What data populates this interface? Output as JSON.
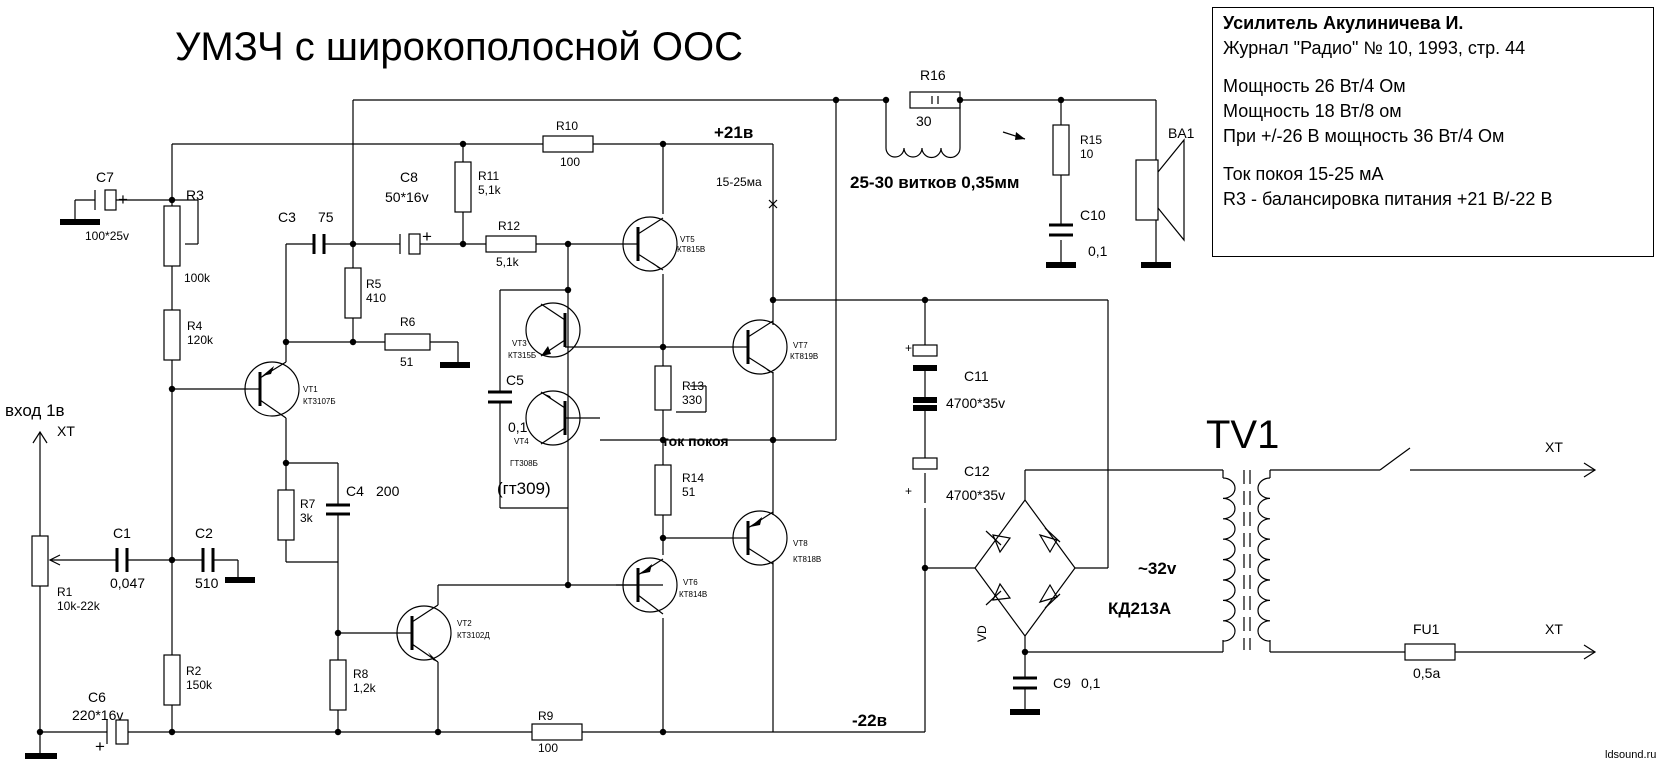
{
  "title": "УМЗЧ с широкополосной ООС",
  "info": {
    "title": "Усилитель Акулиничева И.",
    "source": "Журнал \"Радио\" № 10, 1993, стр. 44",
    "power1": "Мощность 26 Вт/4 Ом",
    "power2": "Мощность 18 Вт/8 ом",
    "power3": "При +/-26 В мощность 36 Вт/4 Ом",
    "idle": "Ток покоя 15-25 мА",
    "balance": "R3 - балансировка питания +21 В/-22 В"
  },
  "labels": {
    "c7": "C7",
    "c7v": "100*25v",
    "r3": "R3",
    "r3v": "100k",
    "r4": "R4",
    "r4v": "120k",
    "c3": "C3",
    "c3v": "75",
    "r5": "R5",
    "r5v": "410",
    "c8": "C8",
    "c8v": "50*16v",
    "r11": "R11",
    "r11v": "5,1k",
    "r12": "R12",
    "r12v": "5,1k",
    "r10": "R10",
    "r10v": "100",
    "r6": "R6",
    "r6v": "51",
    "vt1": "VT1",
    "vt1t": "КТ3107Б",
    "input": "вход 1в",
    "xt_in": "XT",
    "c1": "C1",
    "c1v": "0,047",
    "c2": "C2",
    "c2v": "510",
    "r1": "R1",
    "r1v": "10k-22k",
    "c6": "C6",
    "c6v": "220*16v",
    "r2": "R2",
    "r2v": "150k",
    "r7": "R7",
    "r7v": "3k",
    "c4": "C4",
    "c4v": "200",
    "r8": "R8",
    "r8v": "1,2k",
    "vt2": "VT2",
    "vt2t": "КТ3102Д",
    "r9": "R9",
    "r9v": "100",
    "c5": "C5",
    "c5v": "0,1",
    "vt3": "VT3",
    "vt3t": "КТ315Б",
    "vt4": "VT4",
    "vt4t": "ГТ308Б",
    "gt309": "(гт309)",
    "vt5": "VT5",
    "vt5t": "КТ815В",
    "vt6": "VT6",
    "vt6t": "КТ814В",
    "vt7": "VT7",
    "vt7t": "КТ819В",
    "vt8": "VT8",
    "vt8t": "КТ818В",
    "r13": "R13",
    "r13v": "330",
    "idle_pt": "ток покоя",
    "r14": "R14",
    "r14v": "51",
    "plus21": "+21в",
    "minus22": "-22в",
    "ma": "15-25ма",
    "r16": "R16",
    "r16v": "30",
    "coil": "25-30 витков 0,35мм",
    "r15": "R15",
    "r15v": "10",
    "c10": "C10",
    "c10v": "0,1",
    "ba1": "BA1",
    "c11": "C11",
    "c11v": "4700*35v",
    "c12": "C12",
    "c12v": "4700*35v",
    "tv1": "TV1",
    "v32": "~32v",
    "bridge": "КД213А",
    "vd": "VD",
    "c9": "C9",
    "c9v": "0,1",
    "fu1": "FU1",
    "fu1v": "0,5а",
    "xt_top": "XT",
    "xt_bot": "XT",
    "site": "ldsound.ru"
  }
}
